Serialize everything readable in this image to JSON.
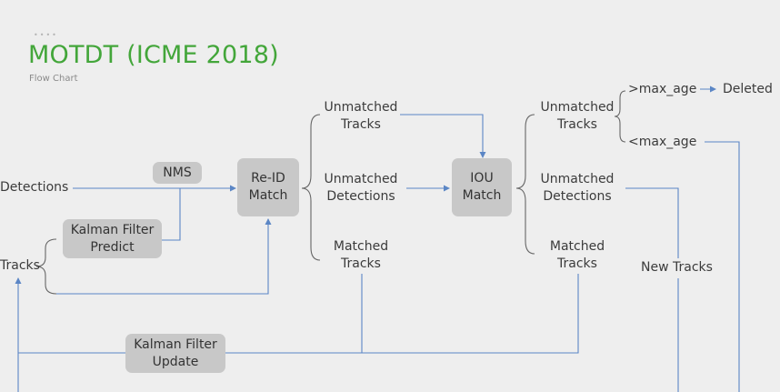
{
  "header": {
    "dots": "••••",
    "title": "MOTDT (ICME 2018)",
    "subtitle": "Flow Chart"
  },
  "colors": {
    "accent": "#43a63a",
    "line": "#5b86c5",
    "box": "#c8c8c8",
    "text": "#3b3b3b"
  },
  "nodes": {
    "detections": "Detections",
    "tracks": "Tracks",
    "nms": "NMS",
    "kalman_predict": {
      "line1": "Kalman Filter",
      "line2": "Predict"
    },
    "reid_match": {
      "line1": "Re-ID",
      "line2": "Match"
    },
    "unmatched_tracks_1": {
      "line1": "Unmatched",
      "line2": "Tracks"
    },
    "unmatched_detections_1": {
      "line1": "Unmatched",
      "line2": "Detections"
    },
    "matched_tracks_1": {
      "line1": "Matched",
      "line2": "Tracks"
    },
    "iou_match": {
      "line1": "IOU",
      "line2": "Match"
    },
    "unmatched_tracks_2": {
      "line1": "Unmatched",
      "line2": "Tracks"
    },
    "unmatched_detections_2": {
      "line1": "Unmatched",
      "line2": "Detections"
    },
    "matched_tracks_2": {
      "line1": "Matched",
      "line2": "Tracks"
    },
    "gt_max_age": ">max_age",
    "lt_max_age": "<max_age",
    "deleted": "Deleted",
    "new_tracks": "New Tracks",
    "kalman_update": {
      "line1": "Kalman Filter",
      "line2": "Update"
    }
  }
}
